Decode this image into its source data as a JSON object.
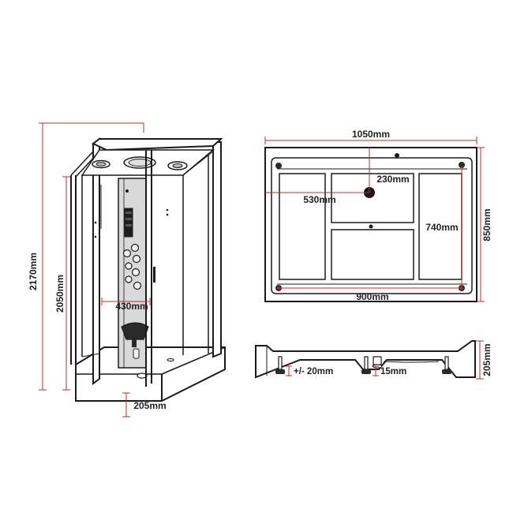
{
  "colors": {
    "dimension_line": "#c0282d",
    "outline": "#1a1a1a",
    "fill_gray": "#d9d9d9",
    "fill_dark": "#2a2a2a"
  },
  "dimensions": {
    "front_total_height": "2170mm",
    "front_cabin_height": "2050mm",
    "front_panel_width": "430mm",
    "front_base_height": "205mm",
    "top_width": "1050mm",
    "top_depth": "850mm",
    "top_drain_offset_x": "530mm",
    "top_drain_offset_y": "230mm",
    "top_inner_depth": "740mm",
    "top_inner_width": "900mm",
    "side_feet_adjust": "+/- 20mm",
    "side_drain": "15mm",
    "side_height": "205mm"
  }
}
